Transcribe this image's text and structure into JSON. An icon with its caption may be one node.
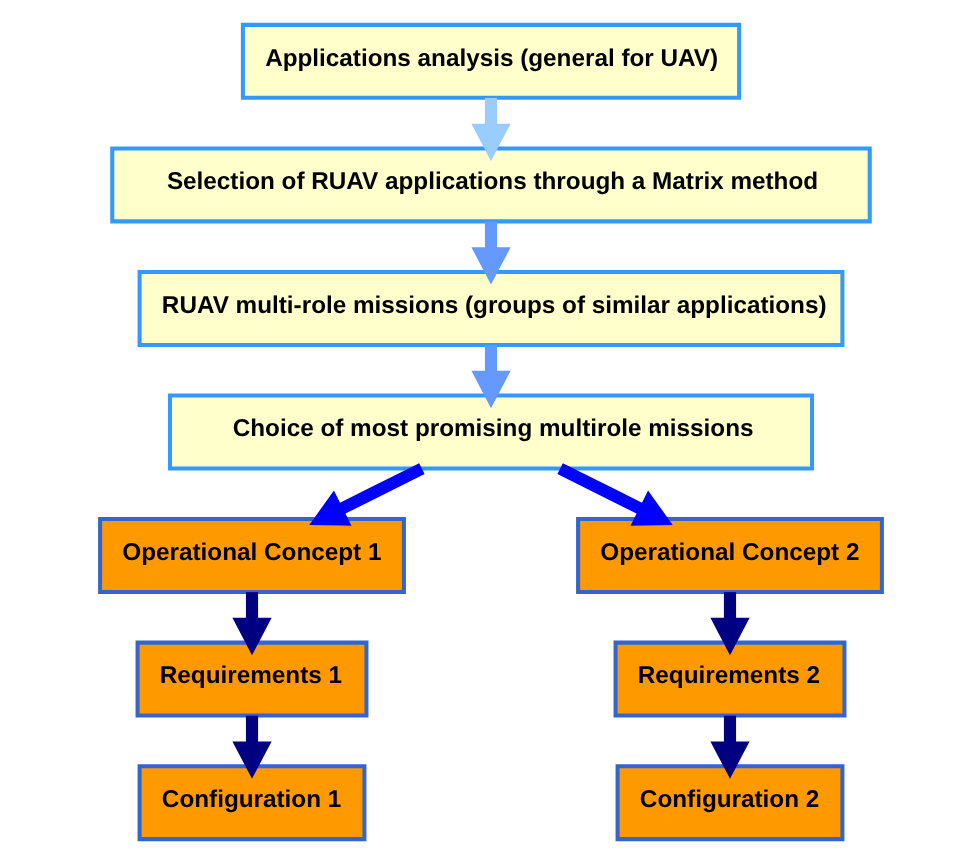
{
  "diagram": {
    "nodes": [
      {
        "text": [
          "Applications analysis (general for UAV)"
        ]
      },
      {
        "text": [
          "Selection of RUAV applications through a Matrix method"
        ]
      },
      {
        "text": [
          "RUAV multi-role missions (groups of similar applications)"
        ]
      },
      {
        "text": [
          "Choice of most promising multirole missions"
        ]
      },
      {
        "text": [
          "Operational Concept 1"
        ]
      },
      {
        "text": [
          "Operational Concept 2"
        ]
      },
      {
        "text": [
          "Requirements 1"
        ]
      },
      {
        "text": [
          "Requirements 2"
        ]
      },
      {
        "text": [
          "Configuration 1"
        ]
      },
      {
        "text": [
          "Configuration 2"
        ]
      }
    ],
    "edges": [
      {
        "from": 0,
        "to": 1,
        "arrow": "to",
        "color": "#99ccff"
      },
      {
        "from": 1,
        "to": 2,
        "arrow": "to",
        "color": "#6699ff"
      },
      {
        "from": 2,
        "to": 3,
        "arrow": "to",
        "color": "#6699ff"
      },
      {
        "from": 3,
        "to": 4,
        "arrow": "to",
        "color": "#0000ff"
      },
      {
        "from": 3,
        "to": 5,
        "arrow": "to",
        "color": "#0000ff"
      },
      {
        "from": 4,
        "to": 6,
        "arrow": "to"
      },
      {
        "from": 6,
        "to": 8,
        "arrow": "to"
      },
      {
        "from": 5,
        "to": 7,
        "arrow": "to"
      },
      {
        "from": 7,
        "to": 9,
        "arrow": "to"
      }
    ]
  }
}
